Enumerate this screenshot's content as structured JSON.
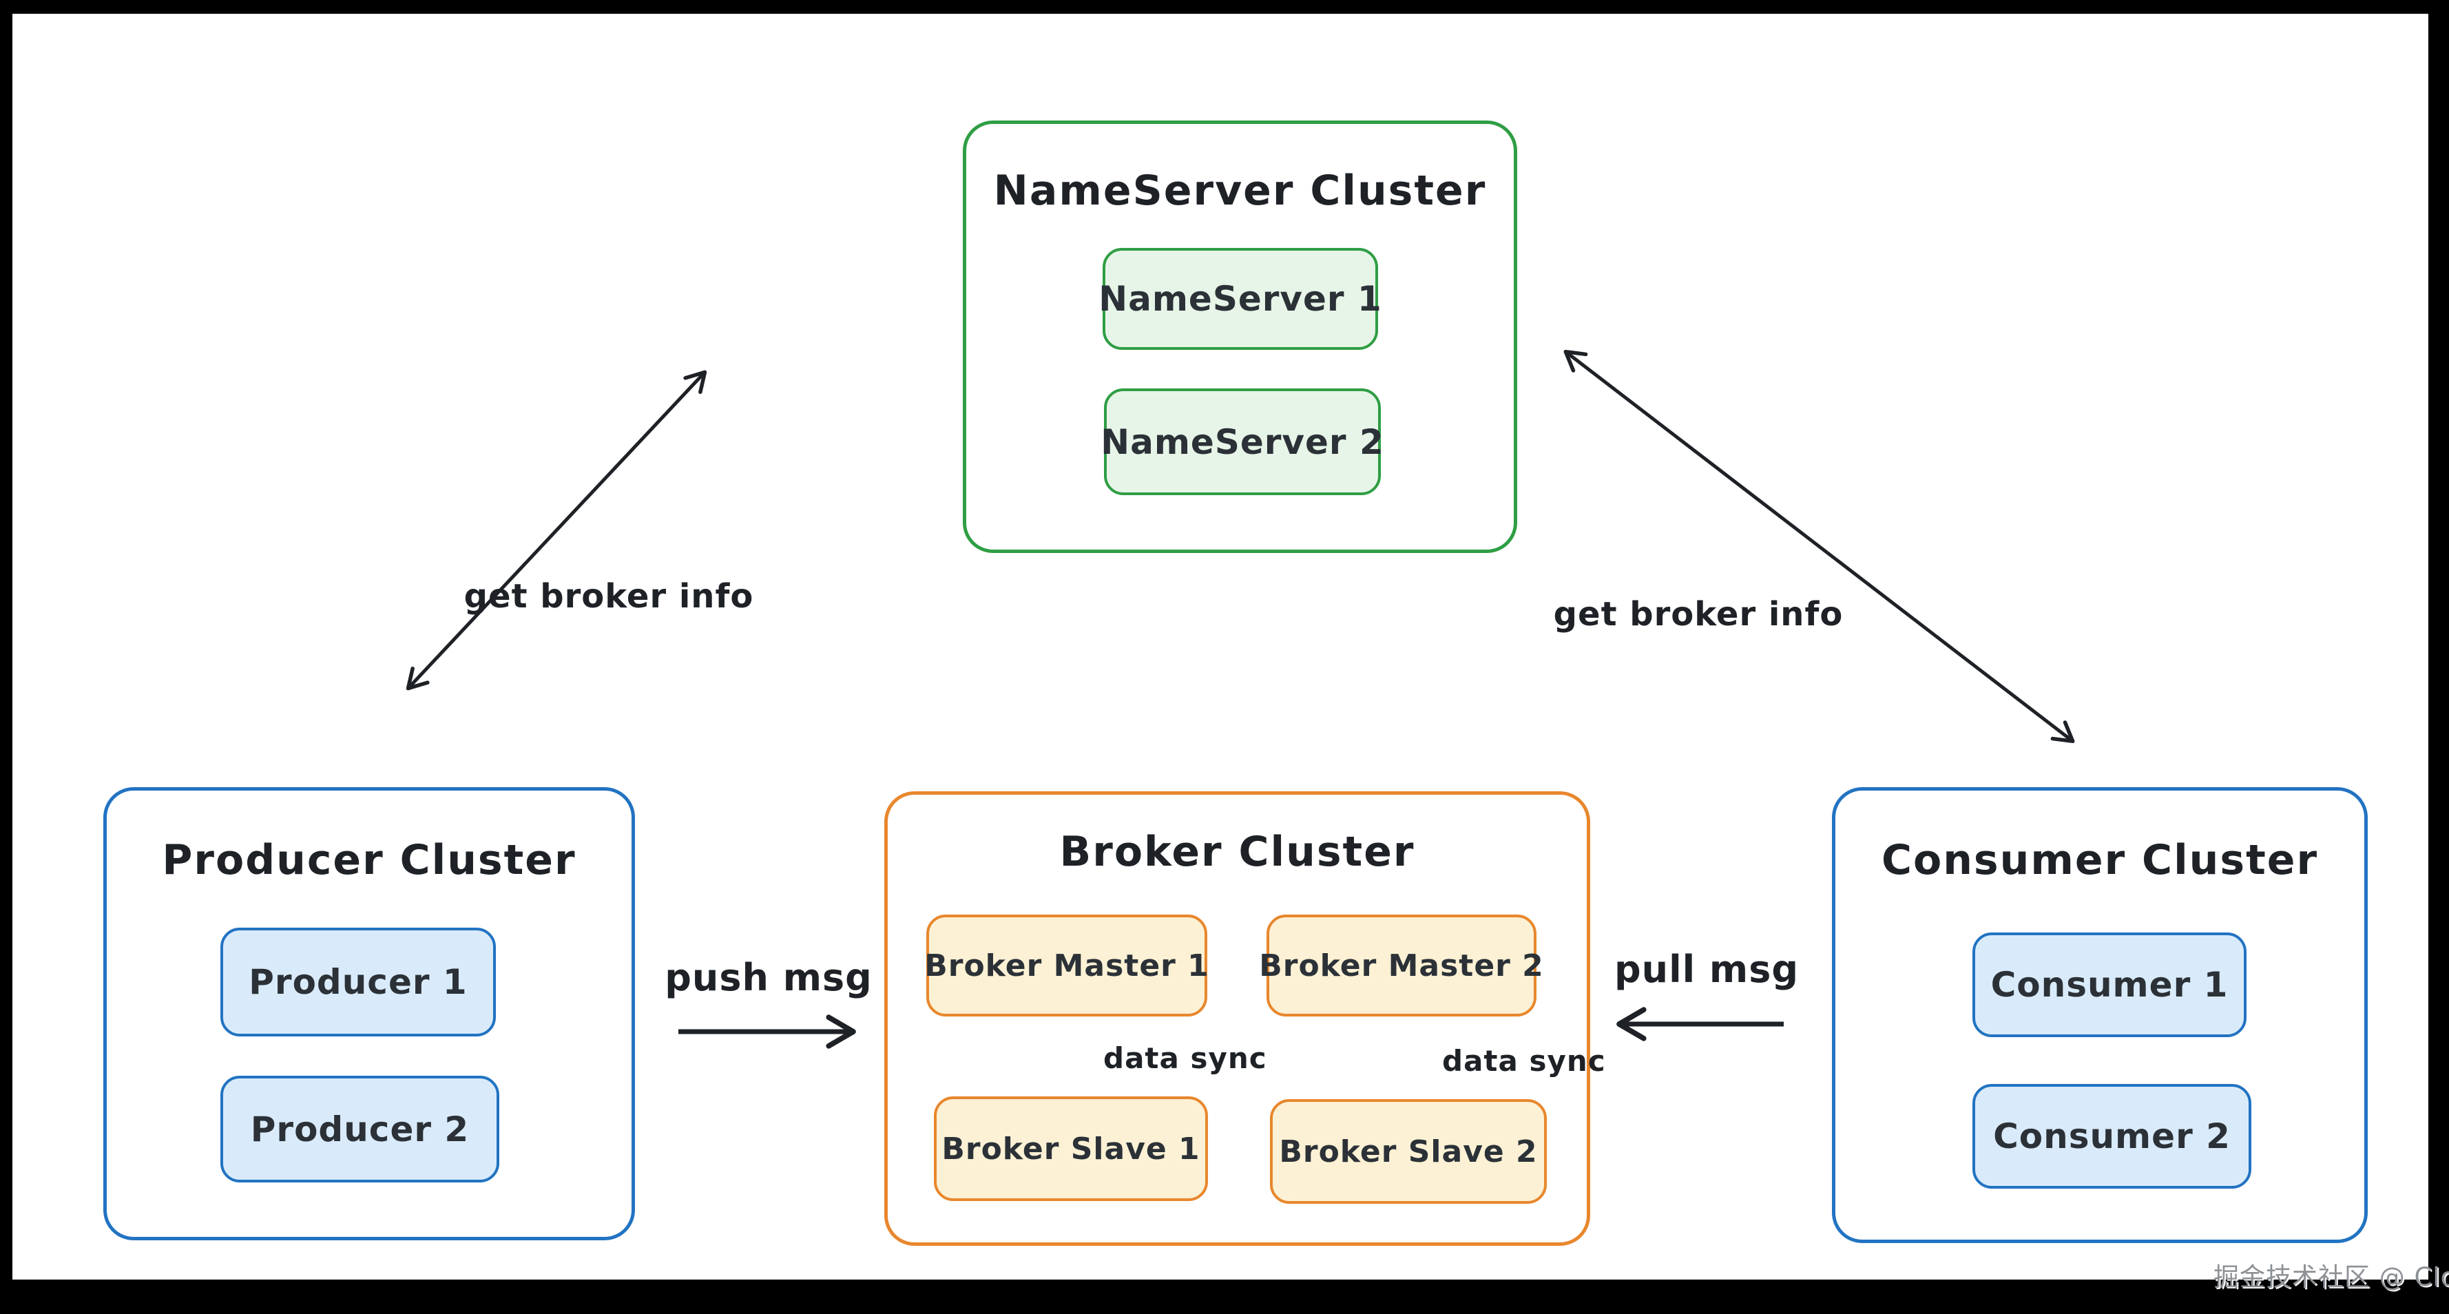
{
  "watermark": "掘金技术社区 @ ClouGence",
  "colors": {
    "ink": "#1e2227",
    "green_border": "#2f9e44",
    "green_fill": "#e7f5e8",
    "blue_border": "#2273c2",
    "blue_fill": "#d9ebfa",
    "orange_border": "#e8872d",
    "orange_fill": "#fcf1d4",
    "watermark_gray": "#8d9196"
  },
  "clusters": {
    "nameserver": {
      "title": "NameServer Cluster",
      "nodes": [
        "NameServer 1",
        "NameServer 2"
      ]
    },
    "producer": {
      "title": "Producer Cluster",
      "nodes": [
        "Producer 1",
        "Producer 2"
      ]
    },
    "broker": {
      "title": "Broker Cluster",
      "masters": [
        "Broker Master 1",
        "Broker Master 2"
      ],
      "slaves": [
        "Broker Slave 1",
        "Broker Slave 2"
      ]
    },
    "consumer": {
      "title": "Consumer Cluster",
      "nodes": [
        "Consumer 1",
        "Consumer 2"
      ]
    }
  },
  "edges": {
    "producer_to_nameserver": "get broker info",
    "consumer_to_nameserver": "get broker info",
    "producer_to_broker": "push msg",
    "consumer_to_broker": "pull msg",
    "master1_slave1": "data sync",
    "master2_slave2": "data sync"
  }
}
